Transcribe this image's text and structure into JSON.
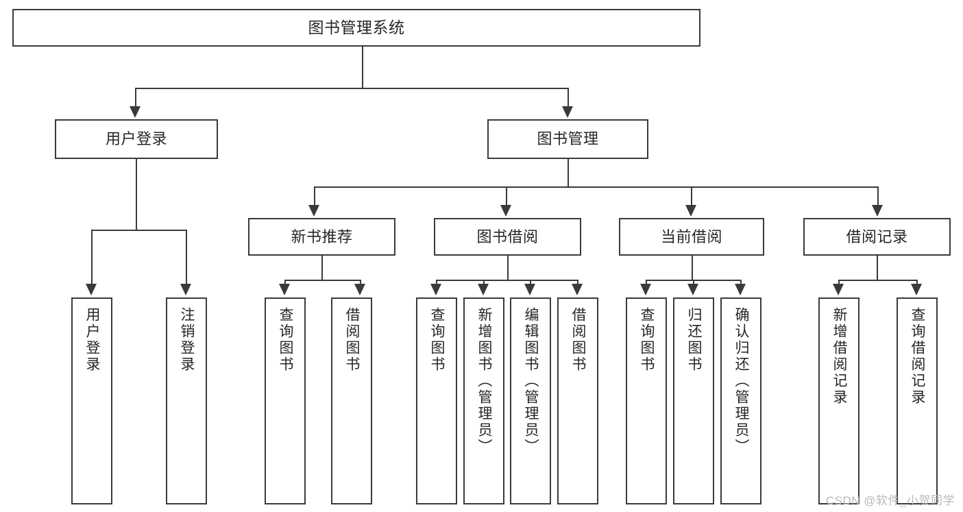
{
  "diagram": {
    "title": "图书管理系统",
    "type": "function-structure-tree",
    "line_color": "#3a3a3a",
    "box_fill": "#ffffff",
    "text_color": "#262626",
    "watermark": "CSDN @软件_小贺同学"
  },
  "nodes": {
    "root": {
      "label": "图书管理系统"
    },
    "level2": [
      {
        "label": "用户登录"
      },
      {
        "label": "图书管理"
      }
    ],
    "level3": [
      {
        "label": "新书推荐"
      },
      {
        "label": "图书借阅"
      },
      {
        "label": "当前借阅"
      },
      {
        "label": "借阅记录"
      }
    ],
    "leaves": {
      "user_login": [
        {
          "label": "用户登录"
        },
        {
          "label": "注销登录"
        }
      ],
      "new_book_recommend": [
        {
          "label": "查询图书"
        },
        {
          "label": "借阅图书"
        }
      ],
      "book_borrow": [
        {
          "label": "查询图书"
        },
        {
          "label": "新增图书（管理员）"
        },
        {
          "label": "编辑图书（管理员）"
        },
        {
          "label": "借阅图书"
        }
      ],
      "current_borrow": [
        {
          "label": "查询图书"
        },
        {
          "label": "归还图书"
        },
        {
          "label": "确认归还（管理员）"
        }
      ],
      "borrow_record": [
        {
          "label": "新增借阅记录"
        },
        {
          "label": "查询借阅记录"
        }
      ]
    }
  }
}
